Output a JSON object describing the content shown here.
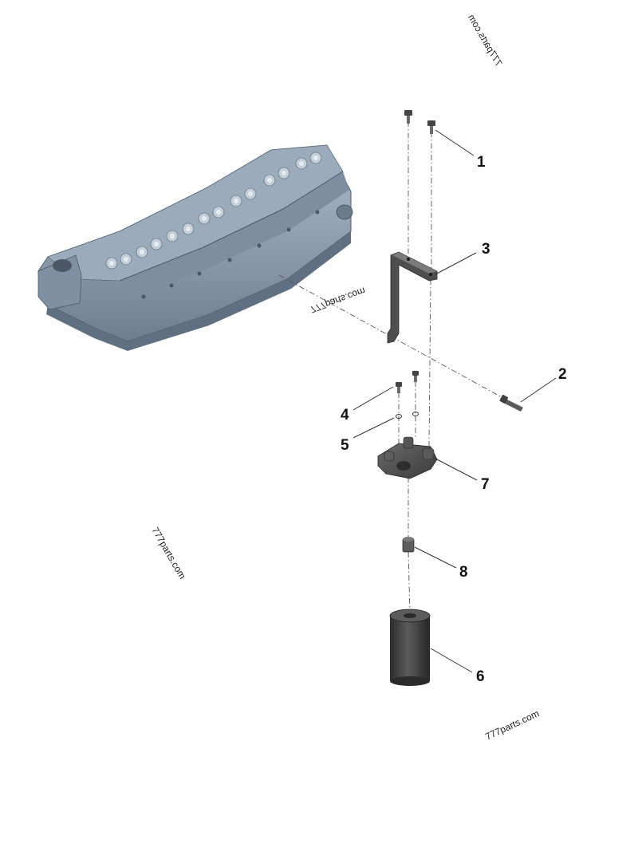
{
  "diagram": {
    "callouts": [
      {
        "id": "1",
        "label": "1"
      },
      {
        "id": "2",
        "label": "2"
      },
      {
        "id": "3",
        "label": "3"
      },
      {
        "id": "4",
        "label": "4"
      },
      {
        "id": "5",
        "label": "5"
      },
      {
        "id": "6",
        "label": "6"
      },
      {
        "id": "7",
        "label": "7"
      },
      {
        "id": "8",
        "label": "8"
      }
    ],
    "watermarks": [
      "777parts.com",
      "777parts.com",
      "777parts.com",
      "777parts.com"
    ],
    "colors": {
      "engine_block": "#8fa0b2",
      "engine_shadow": "#5f7082",
      "part_metal": "#5a5a5a",
      "filter_body": "#3e3e3e"
    }
  }
}
